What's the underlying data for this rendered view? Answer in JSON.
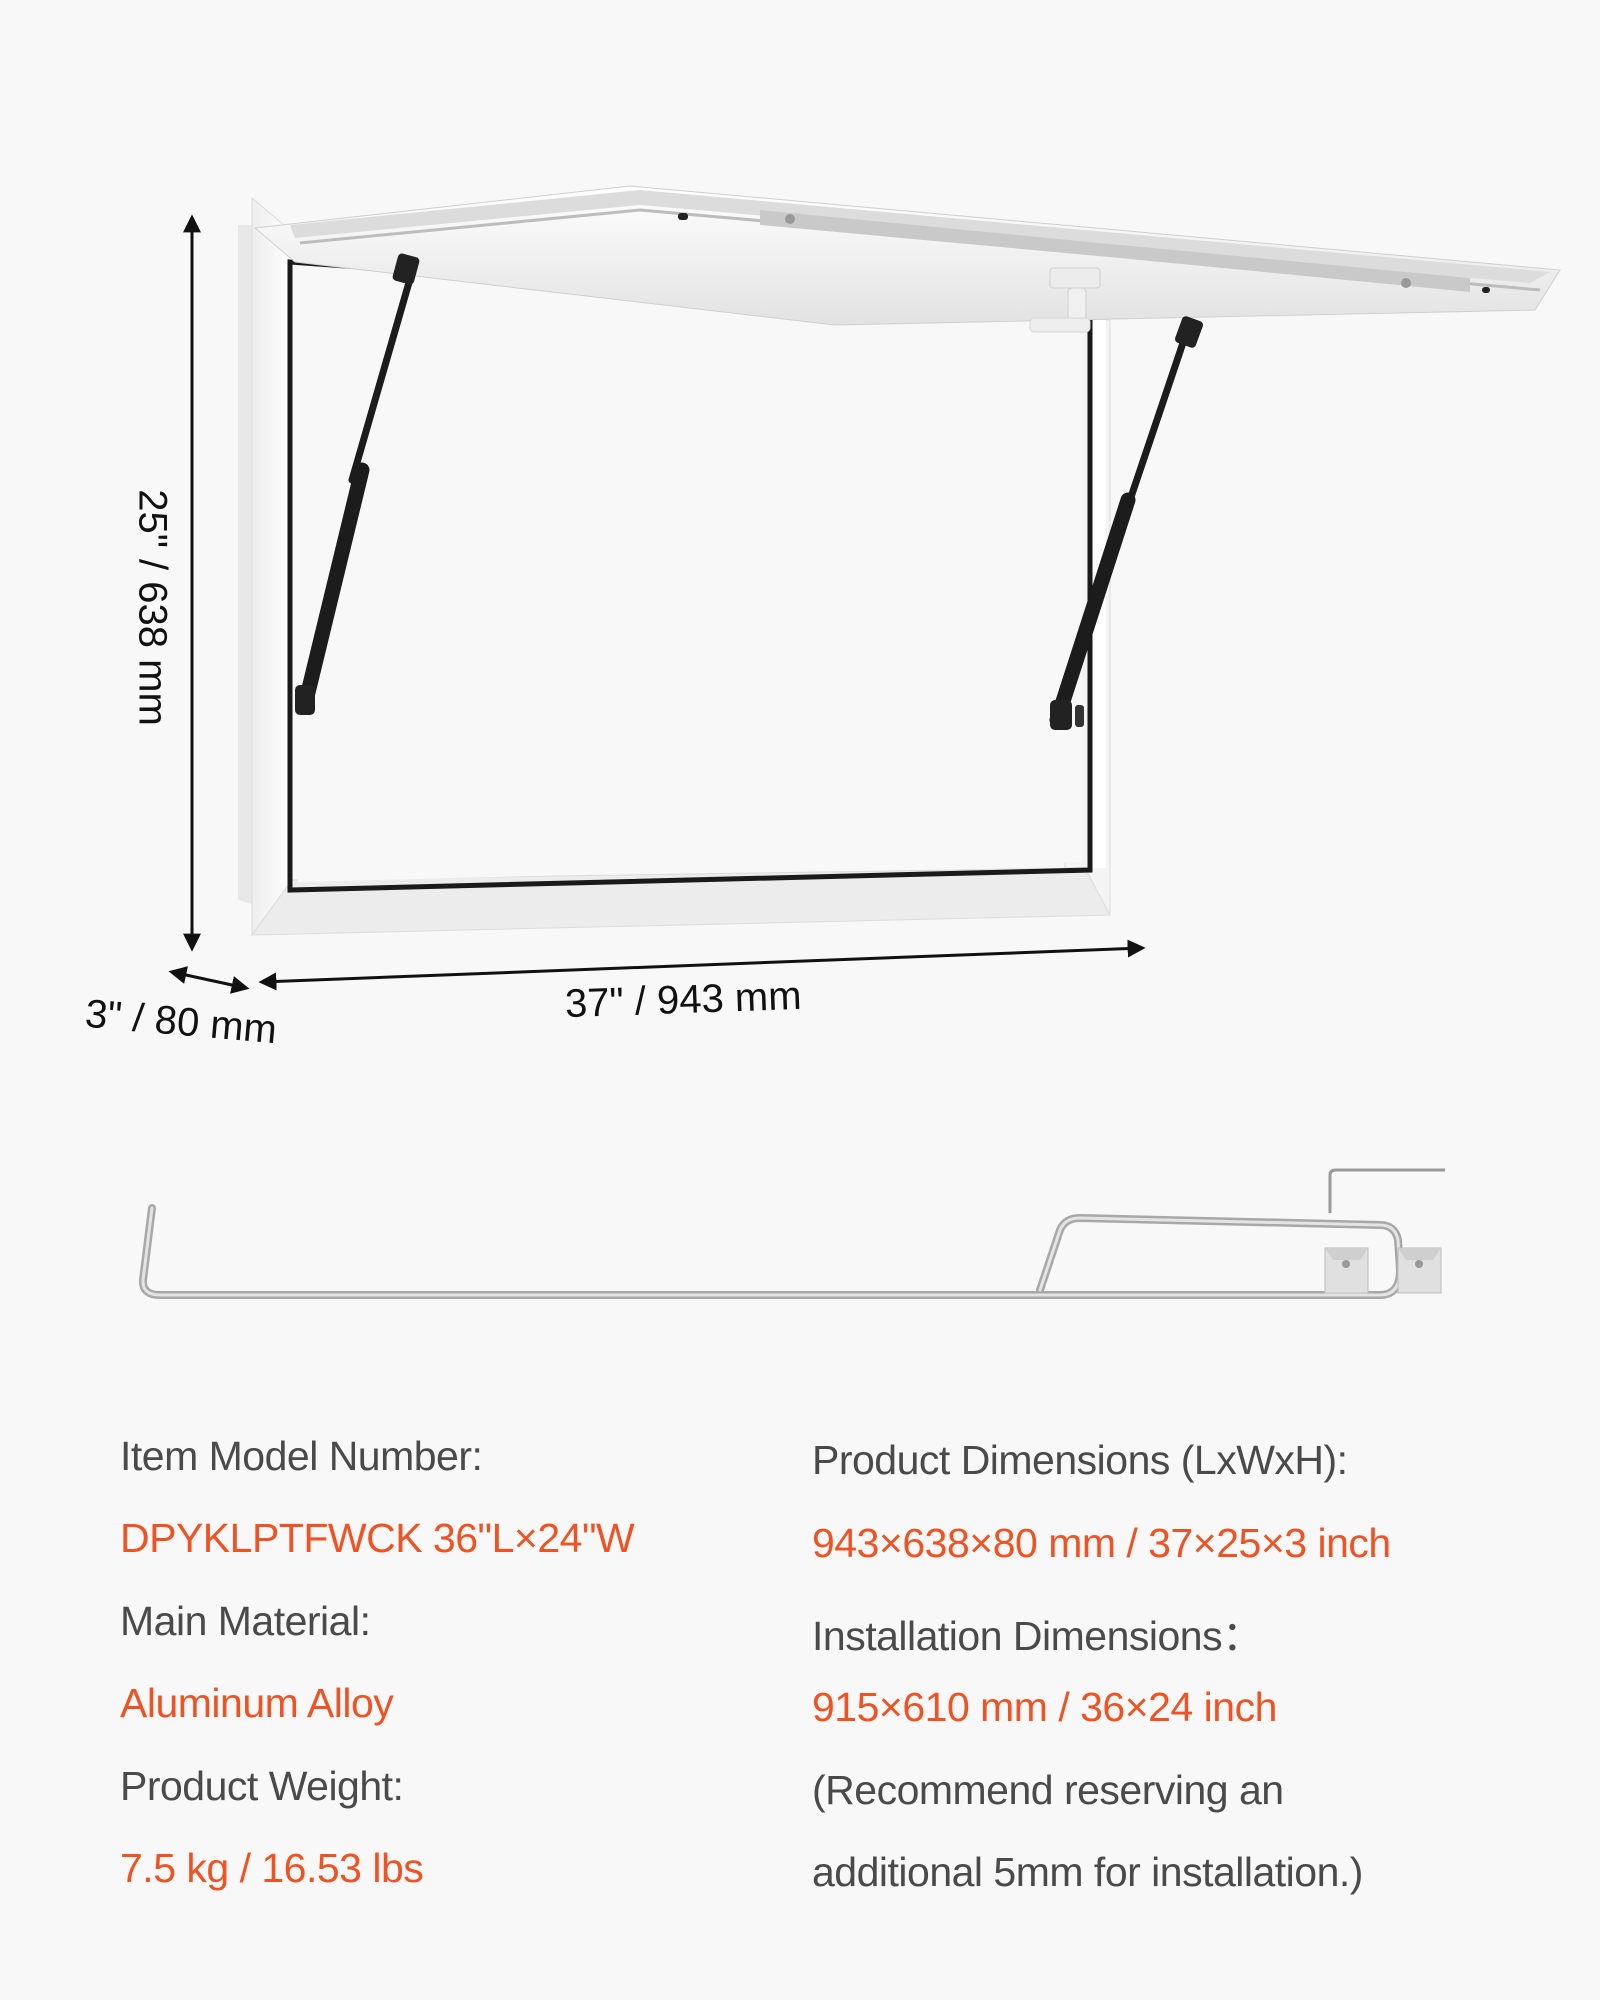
{
  "colors": {
    "background": "#f8f8f8",
    "label": "#4a4a4a",
    "accent": "#f05323",
    "frame": "#ffffff",
    "frame_shade": "#e6e6e6",
    "strut": "#1c1c1c",
    "seal": "#1a1a1a",
    "hardware": "#bdbdbd"
  },
  "diagram": {
    "product": "hinged-aluminum-service-window",
    "dimensions": {
      "height": "25\"  /  638 mm",
      "width": "37\"  /  943 mm",
      "depth": "3\"  /  80 mm"
    }
  },
  "accessories": [
    {
      "name": "prop-rod"
    },
    {
      "name": "hex-key"
    },
    {
      "name": "mounting-clip-1"
    },
    {
      "name": "mounting-clip-2"
    }
  ],
  "specs": {
    "left": [
      {
        "label": "Item Model Number:",
        "value": "DPYKLPTFWCK 36\"L×24\"W"
      },
      {
        "label": "Main Material:",
        "value": "Aluminum Alloy"
      },
      {
        "label": "Product Weight:",
        "value": "7.5 kg / 16.53 lbs"
      }
    ],
    "right": [
      {
        "label": "Product Dimensions (LxWxH):",
        "value": "943×638×80 mm / 37×25×3 inch"
      },
      {
        "label": "Installation Dimensions：",
        "value": "915×610 mm / 36×24 inch"
      },
      {
        "note_line1": "(Recommend reserving an",
        "note_line2": "additional 5mm for installation.)"
      }
    ]
  }
}
